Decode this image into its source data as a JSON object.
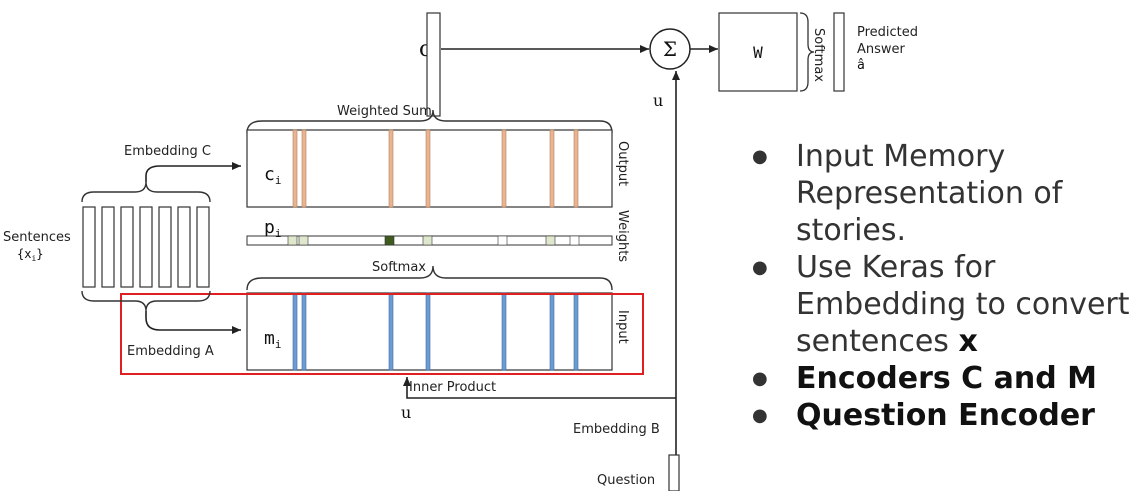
{
  "diagram": {
    "o": "o",
    "u_top": "u",
    "u_bottom": "u",
    "sigma": "Σ",
    "w": "W",
    "softmax_right": "Softmax",
    "predicted": "Predicted",
    "answer": "Answer",
    "a_hat": "â",
    "weighted_sum": "Weighted Sum",
    "embedding_c": "Embedding C",
    "embedding_a": "Embedding A",
    "embedding_b": "Embedding B",
    "c_base": "c",
    "p_base": "p",
    "m_base": "m",
    "sub_i": "i",
    "output": "Output",
    "weights": "Weights",
    "input": "Input",
    "softmax_mid": "Softmax",
    "sentences": "Sentences",
    "sentences_set": "{x",
    "sentences_set_end": "}",
    "inner_product": "Inner Product",
    "question": "Question",
    "colors": {
      "output_stripe": "#e8b592",
      "input_stripe": "#6d9bd3",
      "highlight": "#e02020",
      "weight_dark": "#3e5a1f",
      "weight_light": "#dfe8cc"
    }
  },
  "bullets": [
    {
      "text": "Input Memory Representation of stories."
    },
    {
      "text": "Use Keras for Embedding to convert sentences ",
      "bold_tail": "x"
    },
    {
      "text": "Encoders C and M",
      "bold": true
    },
    {
      "text": "Question Encoder",
      "bold": true
    }
  ]
}
